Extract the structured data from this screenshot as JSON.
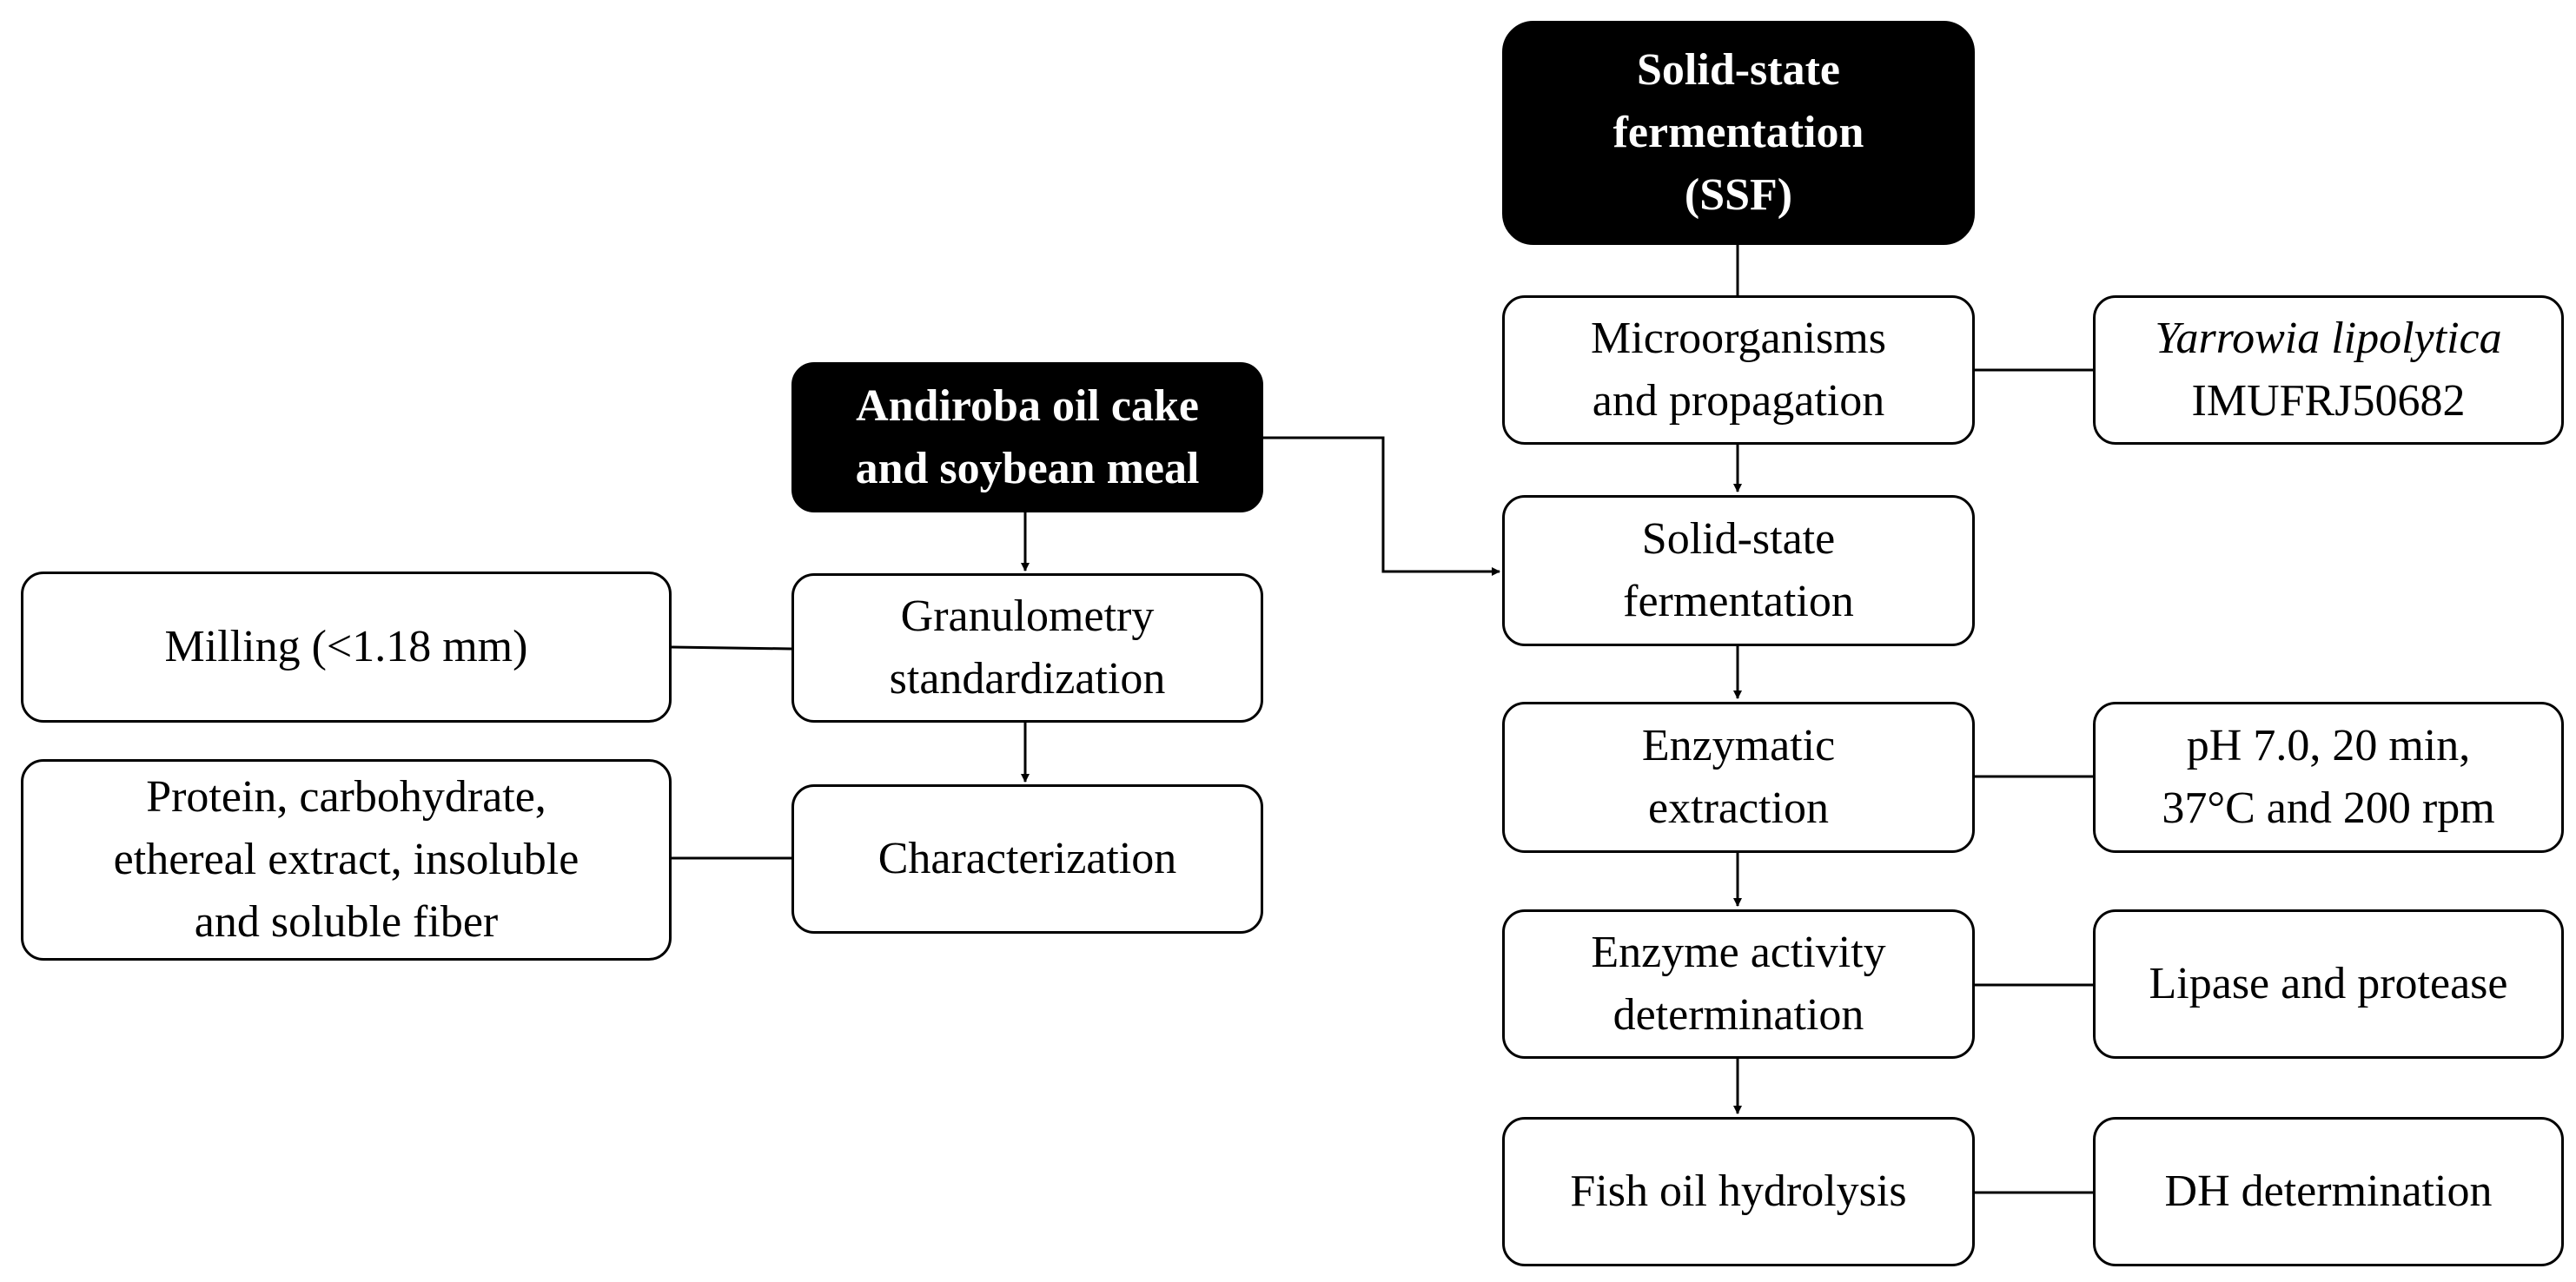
{
  "left_branch": {
    "source": {
      "line1": "Andiroba oil cake",
      "line2": "and soybean meal"
    },
    "granulometry": {
      "line1": "Granulometry",
      "line2": "standardization"
    },
    "milling": {
      "text": "Milling (<1.18 mm)"
    },
    "characterization": {
      "text": "Characterization"
    },
    "composition": {
      "line1": "Protein, carbohydrate,",
      "line2": "ethereal extract, insoluble",
      "line3": "and soluble fiber"
    }
  },
  "right_branch": {
    "header": {
      "line1": "Solid-state",
      "line2": "fermentation",
      "line3": "(SSF)"
    },
    "microorganisms": {
      "line1": "Microorganisms",
      "line2": "and propagation"
    },
    "strain": {
      "species": "Yarrowia lipolytica",
      "code": "IMUFRJ50682"
    },
    "ssf_step": {
      "line1": "Solid-state",
      "line2": "fermentation"
    },
    "extraction": {
      "line1": "Enzymatic",
      "line2": "extraction"
    },
    "extraction_conditions": {
      "line1": "pH 7.0, 20 min,",
      "line2": "37°C and 200 rpm"
    },
    "activity": {
      "line1": "Enzyme activity",
      "line2": "determination"
    },
    "enzymes": {
      "text": "Lipase and protease"
    },
    "hydrolysis": {
      "text": "Fish oil hydrolysis"
    },
    "dh": {
      "text": "DH determination"
    }
  }
}
